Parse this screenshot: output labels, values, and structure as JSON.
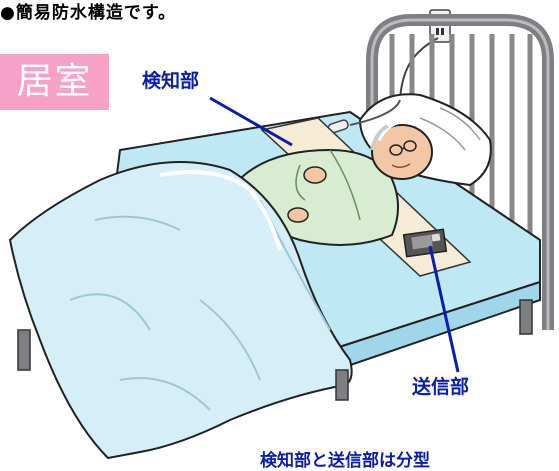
{
  "texts": {
    "top_caption": "●簡易防水構造です。",
    "room_label": "居室",
    "detector_label": "検知部",
    "transmitter_label": "送信部",
    "bottom_caption": "検知部と送信部は分型"
  },
  "colors": {
    "badge_bg": "#f7a0c8",
    "label_blue": "#0a1ea8",
    "sheet": "#bfe8f5",
    "blanket": "#d6eef8",
    "frame": "#7d7f82",
    "pajama": "#d7ecd0",
    "pad": "#f6ecd6",
    "skin": "#f3c7a6"
  }
}
